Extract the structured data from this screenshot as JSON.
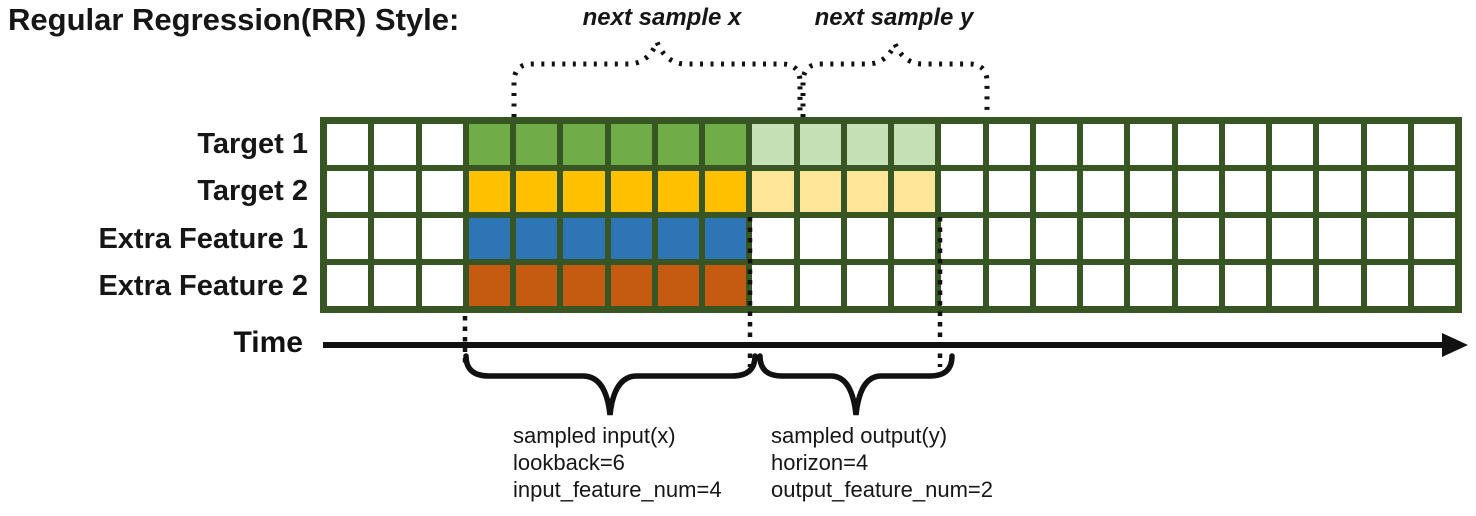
{
  "title": "Regular Regression(RR) Style:",
  "top_braces": {
    "next_sample_x_label": "next sample x",
    "next_sample_y_label": "next sample y"
  },
  "grid": {
    "columns": 24,
    "rows": [
      {
        "label": "Target 1",
        "fill": {
          "start": 3,
          "solid_count": 6,
          "solid_color": "#70AD47",
          "light_count": 4,
          "light_color": "#C5E0B4"
        }
      },
      {
        "label": "Target 2",
        "fill": {
          "start": 3,
          "solid_count": 6,
          "solid_color": "#FFC000",
          "light_count": 4,
          "light_color": "#FFE699"
        }
      },
      {
        "label": "Extra Feature 1",
        "fill": {
          "start": 3,
          "solid_count": 6,
          "solid_color": "#2E75B6",
          "light_count": 0,
          "light_color": null
        }
      },
      {
        "label": "Extra Feature 2",
        "fill": {
          "start": 3,
          "solid_count": 6,
          "solid_color": "#C55A11",
          "light_count": 0,
          "light_color": null
        }
      }
    ]
  },
  "time_axis": {
    "label": "Time"
  },
  "input_annotation": {
    "line1": "sampled input(x)",
    "line2": "lookback=6",
    "line3": "input_feature_num=4"
  },
  "output_annotation": {
    "line1": "sampled output(y)",
    "line2": "horizon=4",
    "line3": "output_feature_num=2"
  },
  "colors": {
    "grid_border": "#375623",
    "cell_empty": "#ffffff",
    "target1_solid": "#70AD47",
    "target1_light": "#C5E0B4",
    "target2_solid": "#FFC000",
    "target2_light": "#FFE699",
    "extra_feature1": "#2E75B6",
    "extra_feature2": "#C55A11",
    "ink": "#111111"
  }
}
